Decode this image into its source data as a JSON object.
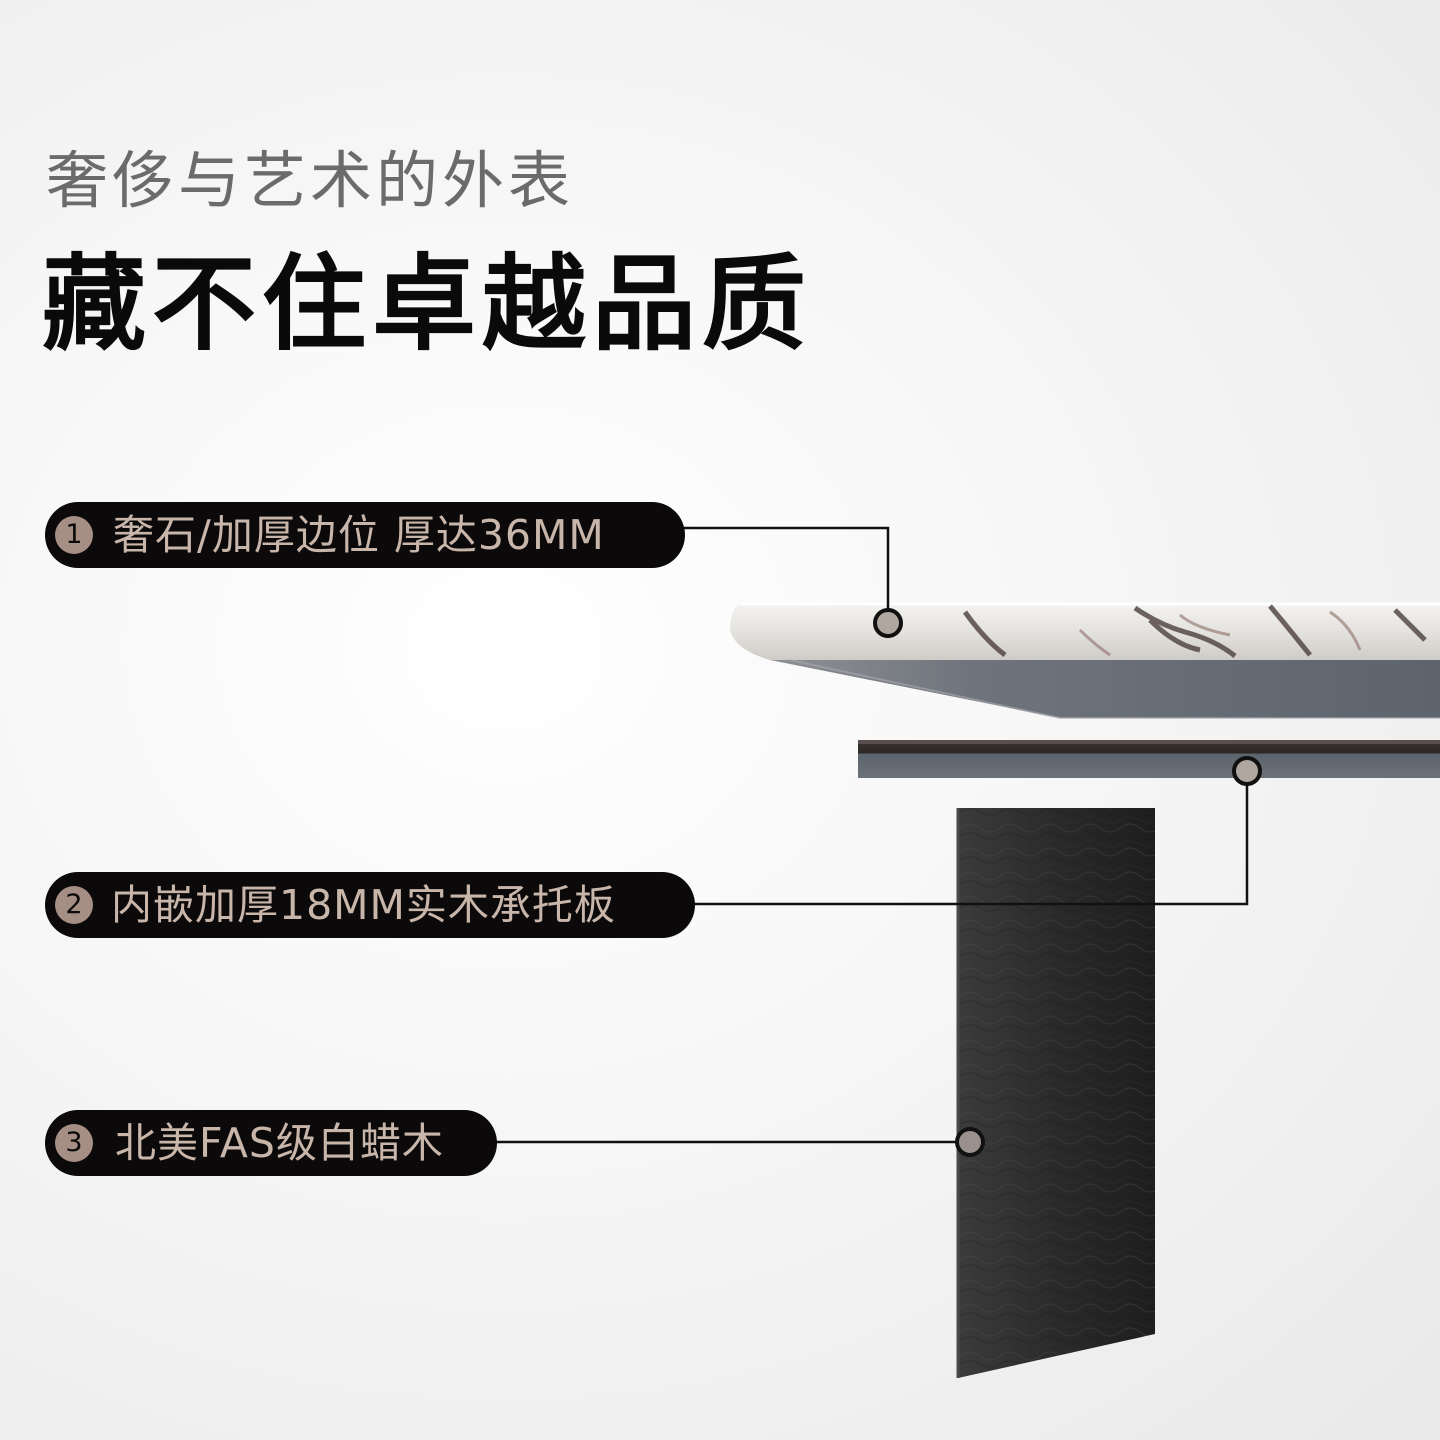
{
  "header": {
    "subtitle": "奢侈与艺术的外表",
    "title": "藏不住卓越品质"
  },
  "callouts": [
    {
      "number": "1",
      "label": "奢石/加厚边位 厚达36MM"
    },
    {
      "number": "2",
      "label": "内嵌加厚18MM实木承托板"
    },
    {
      "number": "3",
      "label": "北美FAS级白蜡木"
    }
  ],
  "colors": {
    "pill_bg": "#0b0909",
    "badge": "#a58f84",
    "pill_text": "#c9b6aa",
    "marker_fill": "#a89a92"
  }
}
